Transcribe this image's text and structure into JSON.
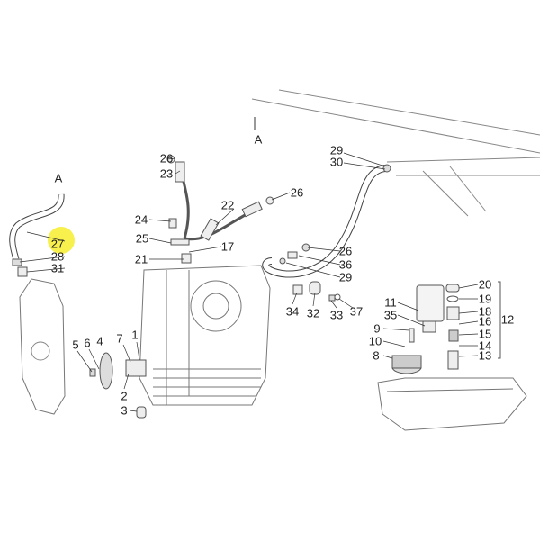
{
  "diagram": {
    "highlight_color": "#f6ee3a",
    "highlighted_part": "27",
    "labels": [
      "A",
      "A",
      "26",
      "23",
      "22",
      "26",
      "24",
      "25",
      "17",
      "21",
      "27",
      "28",
      "31",
      "29",
      "30",
      "26",
      "36",
      "29",
      "34",
      "32",
      "33",
      "37",
      "11",
      "35",
      "9",
      "10",
      "8",
      "20",
      "19",
      "18",
      "16",
      "15",
      "14",
      "13",
      "12",
      "5",
      "6",
      "4",
      "7",
      "1",
      "2",
      "3"
    ]
  }
}
